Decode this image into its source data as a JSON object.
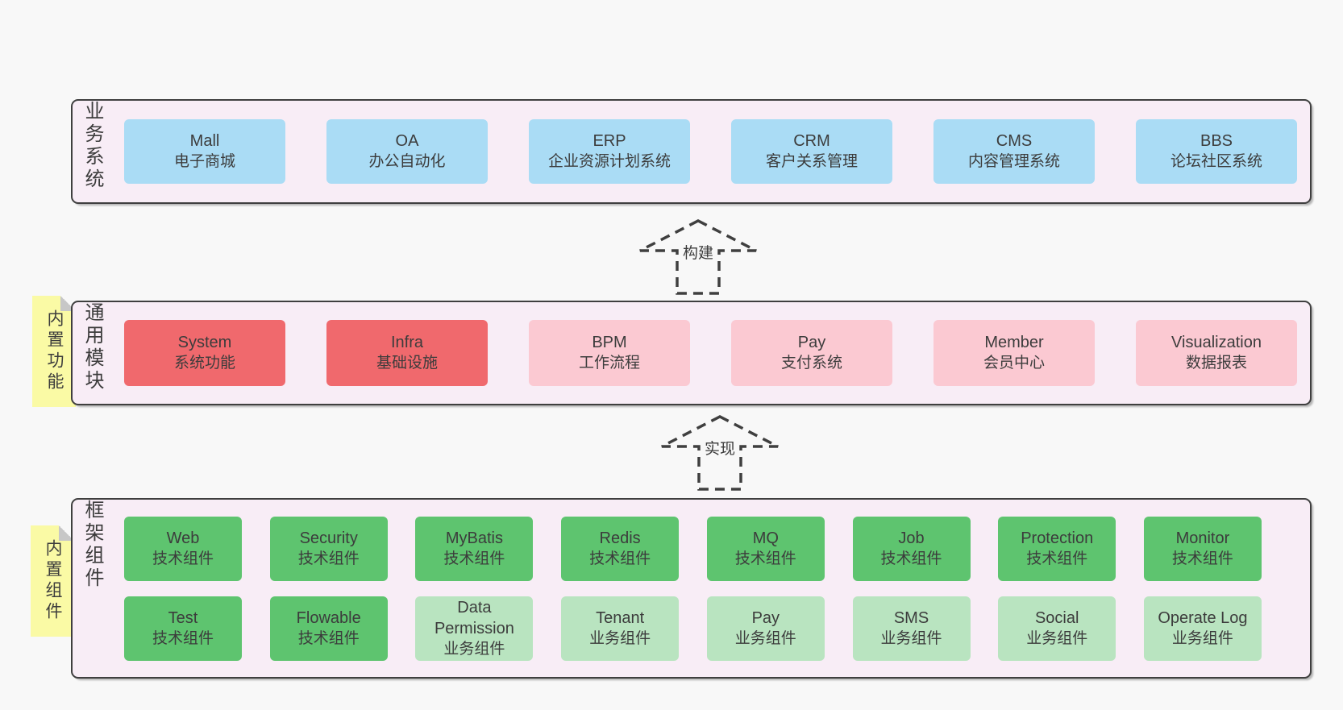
{
  "colors": {
    "page_bg": "#f8f8f8",
    "band_bg": "#f8edf6",
    "border": "#3f3f3f",
    "text": "#3c3c3c",
    "blue": "#aadcf5",
    "red": "#f0696d",
    "pink": "#fbc9d2",
    "green": "#5ec46f",
    "light_green": "#b9e4c0",
    "note_yellow": "#fafaa5",
    "fold": "#c7c7c7"
  },
  "layers": {
    "business": {
      "side_label": "业务系统",
      "boxes": [
        {
          "title": "Mall",
          "subtitle": "电子商城",
          "variant": "blue"
        },
        {
          "title": "OA",
          "subtitle": "办公自动化",
          "variant": "blue"
        },
        {
          "title": "ERP",
          "subtitle": "企业资源计划系统",
          "variant": "blue"
        },
        {
          "title": "CRM",
          "subtitle": "客户关系管理",
          "variant": "blue"
        },
        {
          "title": "CMS",
          "subtitle": "内容管理系统",
          "variant": "blue"
        },
        {
          "title": "BBS",
          "subtitle": "论坛社区系统",
          "variant": "blue"
        }
      ]
    },
    "modules": {
      "side_label": "通用模块",
      "note": "内置功能",
      "boxes": [
        {
          "title": "System",
          "subtitle": "系统功能",
          "variant": "red"
        },
        {
          "title": "Infra",
          "subtitle": "基础设施",
          "variant": "red"
        },
        {
          "title": "BPM",
          "subtitle": "工作流程",
          "variant": "pink"
        },
        {
          "title": "Pay",
          "subtitle": "支付系统",
          "variant": "pink"
        },
        {
          "title": "Member",
          "subtitle": "会员中心",
          "variant": "pink"
        },
        {
          "title": "Visualization",
          "subtitle": "数据报表",
          "variant": "pink"
        }
      ]
    },
    "components": {
      "side_label": "框架组件",
      "note": "内置组件",
      "rows": [
        [
          {
            "title": "Web",
            "subtitle": "技术组件",
            "variant": "green"
          },
          {
            "title": "Security",
            "subtitle": "技术组件",
            "variant": "green"
          },
          {
            "title": "MyBatis",
            "subtitle": "技术组件",
            "variant": "green"
          },
          {
            "title": "Redis",
            "subtitle": "技术组件",
            "variant": "green"
          },
          {
            "title": "MQ",
            "subtitle": "技术组件",
            "variant": "green"
          },
          {
            "title": "Job",
            "subtitle": "技术组件",
            "variant": "green"
          },
          {
            "title": "Protection",
            "subtitle": "技术组件",
            "variant": "green"
          },
          {
            "title": "Monitor",
            "subtitle": "技术组件",
            "variant": "green"
          }
        ],
        [
          {
            "title": "Test",
            "subtitle": "技术组件",
            "variant": "green"
          },
          {
            "title": "Flowable",
            "subtitle": "技术组件",
            "variant": "green"
          },
          {
            "title": "Data Permission",
            "subtitle": "业务组件",
            "variant": "light-green"
          },
          {
            "title": "Tenant",
            "subtitle": "业务组件",
            "variant": "light-green"
          },
          {
            "title": "Pay",
            "subtitle": "业务组件",
            "variant": "light-green"
          },
          {
            "title": "SMS",
            "subtitle": "业务组件",
            "variant": "light-green"
          },
          {
            "title": "Social",
            "subtitle": "业务组件",
            "variant": "light-green"
          },
          {
            "title": "Operate Log",
            "subtitle": "业务组件",
            "variant": "light-green"
          }
        ]
      ]
    }
  },
  "arrows": [
    {
      "label": "构建"
    },
    {
      "label": "实现"
    }
  ]
}
